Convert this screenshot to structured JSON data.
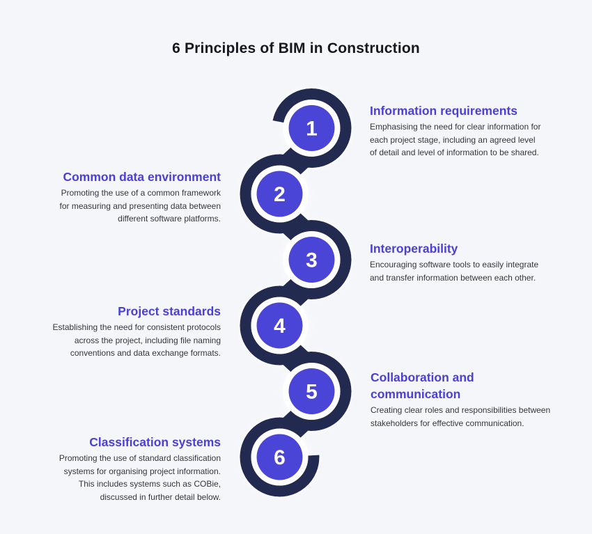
{
  "page": {
    "title": "6 Principles of BIM in Construction"
  },
  "colors": {
    "background": "#f5f6fa",
    "navy_path": "#202b50",
    "node_purple": "#4b45d7",
    "heading_purple": "#4b3fd9",
    "body_text": "#35353c",
    "title_text": "#17171f",
    "number_text": "#ffffff",
    "halo_white": "#ffffff"
  },
  "steps": [
    {
      "number": "1",
      "side": "right",
      "title": "Information requirements",
      "lines": [
        "Emphasising the need for clear information for",
        "each project stage, including an agreed level",
        "of detail and level of information to be shared."
      ]
    },
    {
      "number": "2",
      "side": "left",
      "title": "Common data environment",
      "lines": [
        "Promoting the use of a common framework",
        "for measuring and presenting data between",
        "different software platforms."
      ]
    },
    {
      "number": "3",
      "side": "right",
      "title": "Interoperability",
      "lines": [
        "Encouraging software tools to easily integrate",
        "and transfer information between each other."
      ]
    },
    {
      "number": "4",
      "side": "left",
      "title": "Project standards",
      "lines": [
        "Establishing the need for consistent protocols",
        "across the project, including file naming",
        "conventions and data exchange formats."
      ]
    },
    {
      "number": "5",
      "side": "right",
      "title": "Collaboration and communication",
      "lines": [
        "Creating clear roles and responsibilities between",
        "stakeholders for effective communication."
      ]
    },
    {
      "number": "6",
      "side": "left",
      "title": "Classification systems",
      "lines": [
        "Promoting the use of standard classification",
        "systems for organising project information.",
        "This includes systems such as COBie,",
        "discussed in further detail below."
      ]
    }
  ]
}
